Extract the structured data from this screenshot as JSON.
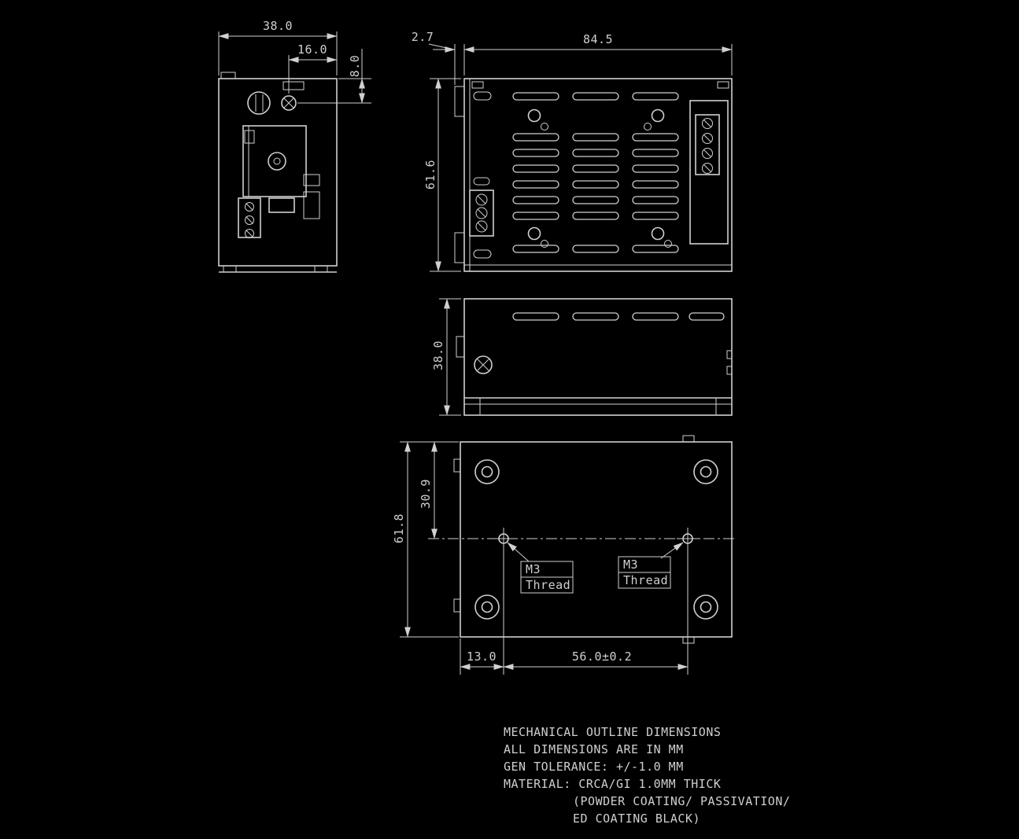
{
  "title": "Mechanical Outline Dimensions Drawing",
  "colors": {
    "background": "#000000",
    "line": "#d0d0d0",
    "text": "#cfcfcf"
  },
  "dims": {
    "front_width": "38.0",
    "front_pot_x": "16.0",
    "front_pot_y": "8.0",
    "top_flange": "2.7",
    "top_width": "84.5",
    "top_depth": "61.6",
    "side_height": "38.0",
    "bottom_depth": "61.8",
    "bottom_hole_offset": "30.9",
    "bottom_hole_left": "13.0",
    "bottom_hole_spacing": "56.0±0.2"
  },
  "labels": {
    "m3_line1": "M3",
    "m3_line2": "Thread"
  },
  "notes": [
    "MECHANICAL OUTLINE DIMENSIONS",
    "ALL DIMENSIONS ARE IN MM",
    "GEN TOLERANCE: +/-1.0 MM",
    "MATERIAL: CRCA/GI 1.0MM THICK",
    "(POWDER COATING/ PASSIVATION/",
    "ED COATING BLACK)"
  ]
}
